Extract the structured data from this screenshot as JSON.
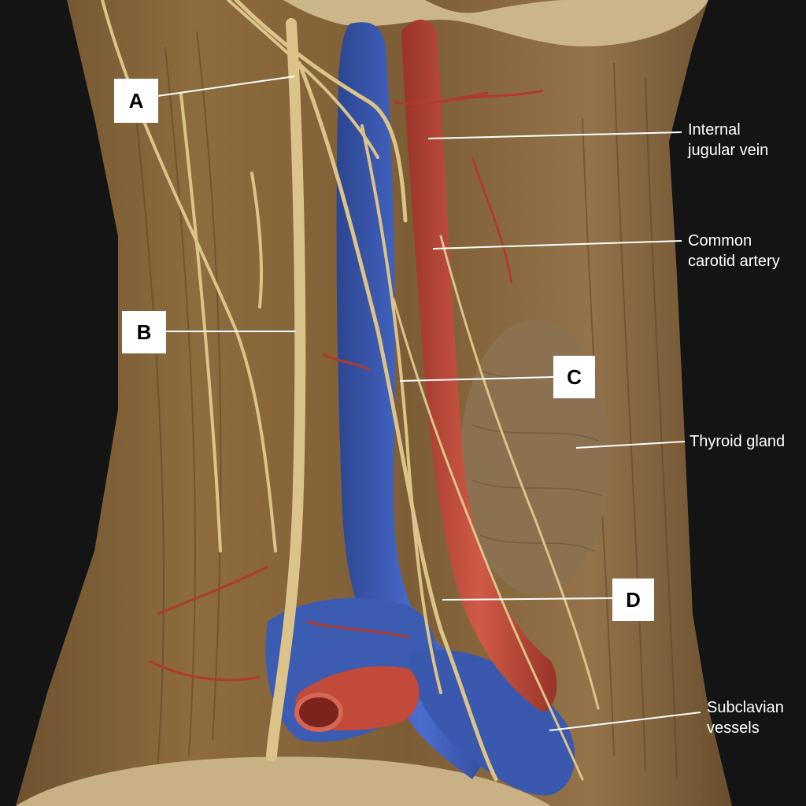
{
  "letter_labels": [
    "A",
    "B",
    "C",
    "D"
  ],
  "text_labels": [
    [
      "Internal",
      "jugular vein"
    ],
    [
      "Common",
      "carotid artery"
    ],
    [
      "Thyroid gland"
    ],
    [
      "Subclavian",
      "vessels"
    ]
  ],
  "colors": {
    "background": "#141414",
    "tissue": "#8a6a3c",
    "vein": "#3f5fb8",
    "artery": "#c0493a",
    "nerve": "#dcc38a",
    "leader": "#ffffff"
  }
}
